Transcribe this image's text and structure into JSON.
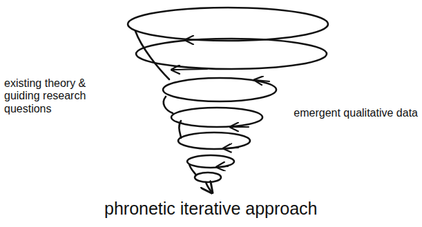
{
  "diagram": {
    "caption": "phronetic iterative approach",
    "labels": [
      "existing theory & guiding research questions",
      "emergent qualitative data"
    ]
  }
}
